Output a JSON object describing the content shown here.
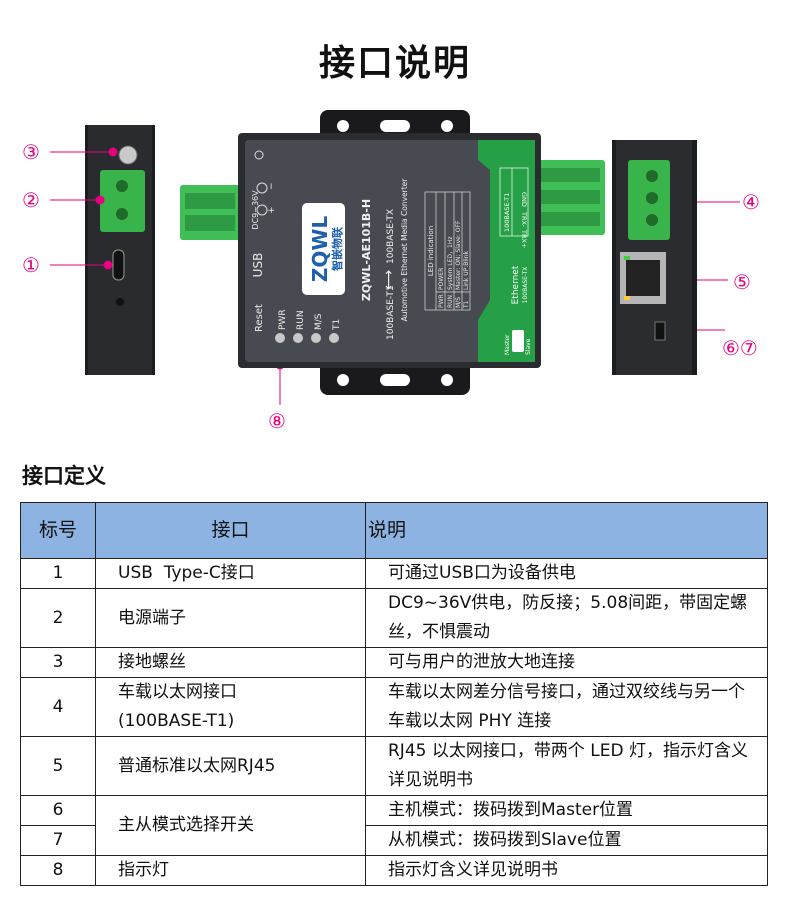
{
  "title": "接口说明",
  "figure": {
    "callouts": [
      "①",
      "②",
      "③",
      "④",
      "⑤",
      "⑥⑦",
      "⑧"
    ],
    "device": {
      "usb": "USB",
      "reset": "Reset",
      "power": "DC9~36V",
      "plus": "+",
      "minus": "−",
      "leds": [
        "PWR",
        "RUN",
        "M/S",
        "T1"
      ],
      "logo": "ZQWL",
      "logo_cn": "智嵌物联",
      "model": "ZQWL-AE101B-H",
      "conv_left": "100BASE-T1",
      "conv_right": "100BASE-TX",
      "subtitle": "Automotive Ethernet Media Converter",
      "led_table_title": "LED indication",
      "led_table": [
        [
          "PWR",
          "POWER"
        ],
        [
          "RUN",
          "System LED，1Hz"
        ],
        [
          "M/S",
          "Master: ON; Slave: OFF"
        ],
        [
          "T1",
          "Link UP:Blink"
        ]
      ],
      "t1_label": "100BASE-T1",
      "t1_pins": [
        "GND",
        "TRX-",
        "TRX+"
      ],
      "eth_label": "Ethernet",
      "eth_sub": "100BASE-TX",
      "master": "Master",
      "slave": "Slave"
    }
  },
  "section_title": "接口定义",
  "table": {
    "headers": [
      "标号",
      "接口",
      "说明"
    ],
    "rows": [
      {
        "no": "1",
        "name": "USB  Type-C接口",
        "desc": "可通过USB口为设备供电"
      },
      {
        "no": "2",
        "name": "电源端子",
        "desc": "DC9~36V供电，防反接；5.08间距，带固定螺丝，不惧震动"
      },
      {
        "no": "3",
        "name": "接地螺丝",
        "desc": "可与用户的泄放大地连接"
      },
      {
        "no": "4",
        "name": "车载以太网接口(100BASE-T1)",
        "desc": "车载以太网差分信号接口，通过双绞线与另一个车载以太网 PHY 连接"
      },
      {
        "no": "5",
        "name": "普通标准以太网RJ45",
        "desc": "RJ45 以太网接口，带两个 LED 灯，指示灯含义详见说明书"
      },
      {
        "no": "6",
        "name": "主从模式选择开关",
        "desc": "主机模式：拨码拨到Master位置"
      },
      {
        "no": "7",
        "name": "",
        "desc": "从机模式：拨码拨到Slave位置"
      },
      {
        "no": "8",
        "name": "指示灯",
        "desc": "指示灯含义详见说明书"
      }
    ]
  },
  "colors": {
    "callout": "#e6007e",
    "header": "#8db3e2",
    "green": "#2aa34a",
    "body": "#3b3f44"
  }
}
